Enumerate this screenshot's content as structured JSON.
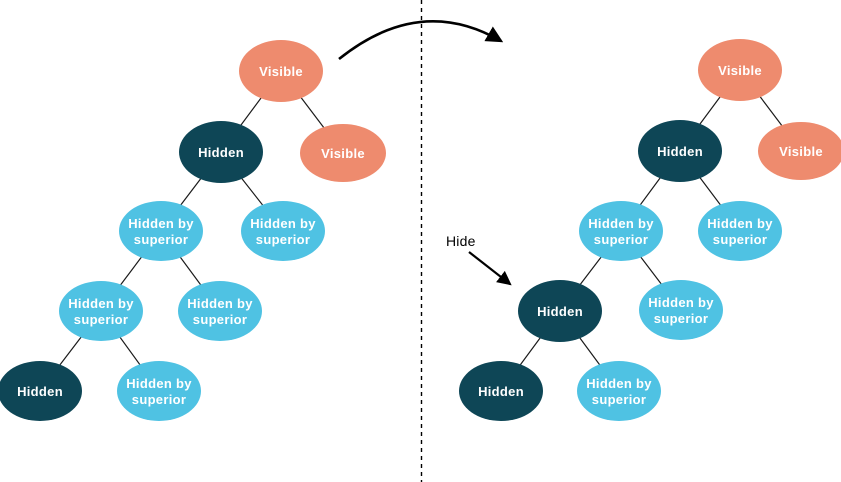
{
  "colors": {
    "visible": "#EE8B6E",
    "hidden": "#0E4656",
    "hidden_by_superior": "#4FC2E3",
    "node_text": "#FFFFFF",
    "edge_line": "#1A1A1A",
    "arrow": "#000000"
  },
  "annotations": {
    "hide_label": "Hide"
  },
  "trees": {
    "left": {
      "nodes": [
        {
          "state": "visible",
          "line1": "Visible"
        },
        {
          "state": "hidden",
          "line1": "Hidden"
        },
        {
          "state": "visible",
          "line1": "Visible"
        },
        {
          "state": "hidden_by_superior",
          "line1": "Hidden by",
          "line2": "superior"
        },
        {
          "state": "hidden_by_superior",
          "line1": "Hidden by",
          "line2": "superior"
        },
        {
          "state": "hidden_by_superior",
          "line1": "Hidden by",
          "line2": "superior"
        },
        {
          "state": "hidden_by_superior",
          "line1": "Hidden by",
          "line2": "superior"
        },
        {
          "state": "hidden",
          "line1": "Hidden"
        },
        {
          "state": "hidden_by_superior",
          "line1": "Hidden by",
          "line2": "superior"
        }
      ]
    },
    "right": {
      "nodes": [
        {
          "state": "visible",
          "line1": "Visible"
        },
        {
          "state": "hidden",
          "line1": "Hidden"
        },
        {
          "state": "visible",
          "line1": "Visible"
        },
        {
          "state": "hidden_by_superior",
          "line1": "Hidden by",
          "line2": "superior"
        },
        {
          "state": "hidden_by_superior",
          "line1": "Hidden by",
          "line2": "superior"
        },
        {
          "state": "hidden",
          "line1": "Hidden"
        },
        {
          "state": "hidden_by_superior",
          "line1": "Hidden by",
          "line2": "superior"
        },
        {
          "state": "hidden",
          "line1": "Hidden"
        },
        {
          "state": "hidden_by_superior",
          "line1": "Hidden by",
          "line2": "superior"
        }
      ]
    }
  }
}
